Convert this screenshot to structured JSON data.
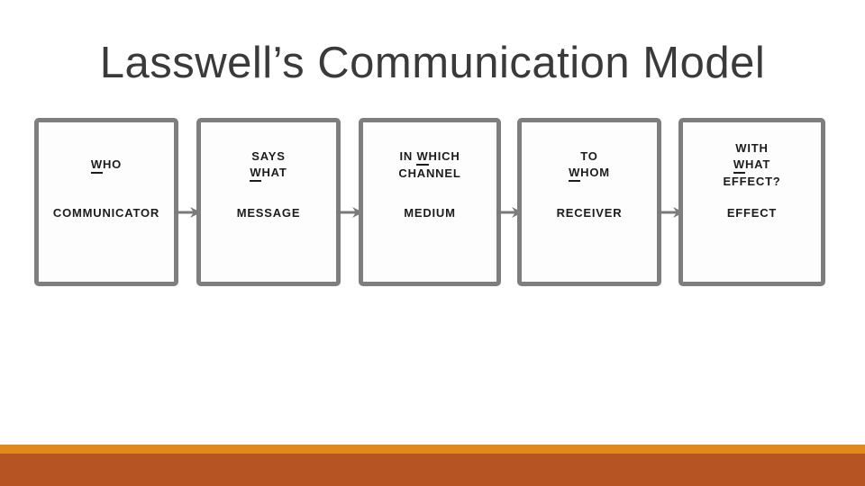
{
  "slide": {
    "title": "Lasswell’s Communication Model"
  },
  "diagram": {
    "boxes": [
      {
        "name": "communicator",
        "question_lines": [
          {
            "pre": "",
            "u": "W",
            "post": "HO"
          }
        ],
        "label": "COMMUNICATOR"
      },
      {
        "name": "message",
        "question_lines": [
          {
            "pre": "SAYS",
            "u": "",
            "post": ""
          },
          {
            "pre": "",
            "u": "W",
            "post": "HAT"
          }
        ],
        "label": "MESSAGE"
      },
      {
        "name": "medium",
        "question_lines": [
          {
            "pre": "IN ",
            "u": "W",
            "post": "HICH"
          },
          {
            "pre": "CHANNEL",
            "u": "",
            "post": ""
          }
        ],
        "label": "MEDIUM"
      },
      {
        "name": "receiver",
        "question_lines": [
          {
            "pre": "TO",
            "u": "",
            "post": ""
          },
          {
            "pre": "",
            "u": "W",
            "post": "HOM"
          }
        ],
        "label": "RECEIVER"
      },
      {
        "name": "effect",
        "question_lines": [
          {
            "pre": "WITH",
            "u": "",
            "post": ""
          },
          {
            "pre": "",
            "u": "W",
            "post": "HAT"
          },
          {
            "pre": "EFFECT?",
            "u": "",
            "post": ""
          }
        ],
        "label": "EFFECT"
      }
    ],
    "arrow_icon": "right-arrow",
    "colors": {
      "box_border": "#7e7e7e",
      "arrow": "#7a7a7a",
      "title_text": "#3a3a3a",
      "box_text": "#1c1c1c",
      "stripe_light": "#e0891e",
      "stripe_dark": "#b65424",
      "background": "#ffffff"
    }
  }
}
